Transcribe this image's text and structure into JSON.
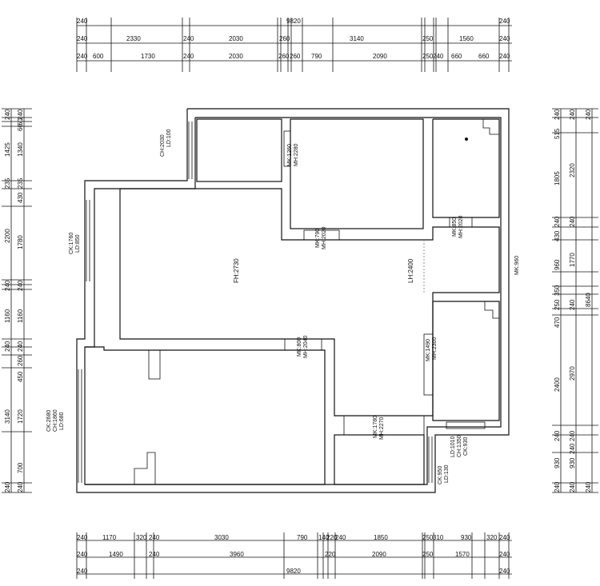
{
  "dims": {
    "top": {
      "row1": [
        "240",
        "9820",
        "240"
      ],
      "row2": [
        "240",
        "2330",
        "240",
        "2030",
        "260",
        "3140",
        "250",
        "1560",
        "240"
      ],
      "row3": [
        "240",
        "600",
        "1730",
        "240",
        "2030",
        "260",
        "260",
        "790",
        "2090",
        "250",
        "240",
        "660",
        "660",
        "240"
      ]
    },
    "bottom": {
      "row1": [
        "240",
        "1170",
        "320",
        "240",
        "3030",
        "790",
        "140",
        "220",
        "240",
        "1850",
        "250",
        "310",
        "930",
        "320",
        "240"
      ],
      "row2": [
        "240",
        "1490",
        "240",
        "3960",
        "220",
        "2090",
        "250",
        "1570",
        "240"
      ],
      "row3": [
        "240",
        "9820",
        "240"
      ]
    },
    "left": {
      "outer": [
        "240",
        "1425",
        "235",
        "2200",
        "240",
        "1160",
        "240",
        "3140",
        "240"
      ],
      "inner": [
        "240",
        "60",
        "60",
        "1340",
        "235",
        "430",
        "1780",
        "240",
        "1160",
        "240",
        "260",
        "450",
        "1720",
        "700",
        "240"
      ]
    },
    "right": {
      "outer": [
        "240",
        "2320",
        "1770",
        "2970",
        "240",
        "8640",
        "240"
      ],
      "inner": [
        "240",
        "515",
        "1805",
        "240",
        "430",
        "960",
        "350",
        "250",
        "470",
        "2400",
        "240",
        "930",
        "240"
      ],
      "mid": [
        "240",
        "240",
        "240",
        "240",
        "240"
      ],
      "mid2": [
        "930"
      ]
    }
  },
  "tags": {
    "ch2030": [
      "CH:2030",
      "LD:100"
    ],
    "mk1260": [
      "MK:1260",
      "MH:2280"
    ],
    "ck1760": [
      "CK:1760",
      "LD:850"
    ],
    "mk790": [
      "MK:790",
      "MH:2020"
    ],
    "mk850": [
      "MK:850",
      "MH:2020"
    ],
    "fh": "FH:2730",
    "lh": "LH:2400",
    "mk960": "MK:960",
    "mk800": [
      "MK:800",
      "MH:2040"
    ],
    "mk1490": [
      "MK:1490",
      "MH:2300"
    ],
    "ck2680": [
      "CK:2680",
      "CH:1860",
      "LD:680"
    ],
    "mk1780": [
      "MK:1780",
      "MH:2270"
    ],
    "ck950": [
      "CK:950",
      "LD:130",
      "LD:1010",
      "CH:1350",
      "CK:930"
    ]
  },
  "colors": {
    "line": "#111111",
    "bg": "#ffffff"
  }
}
